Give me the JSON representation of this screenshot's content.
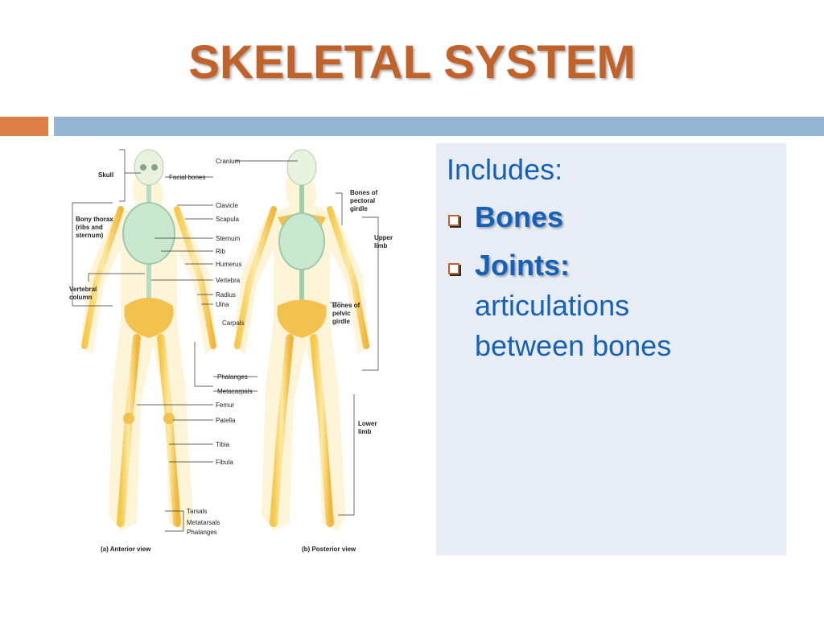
{
  "title": "SKELETAL SYSTEM",
  "content": {
    "heading": "Includes:",
    "bullets": [
      {
        "strong": "Bones",
        "rest": []
      },
      {
        "strong": "Joints:",
        "rest": [
          "articulations",
          "between bones"
        ]
      }
    ]
  },
  "figure": {
    "left_labels": {
      "skull": "Skull",
      "bony_thorax": [
        "Bony thorax",
        "(ribs and",
        "sternum)"
      ],
      "vertebral_column": [
        "Vertebral",
        "column"
      ]
    },
    "center_labels": [
      "Cranium",
      "Facial bones",
      "Clavicle",
      "Scapula",
      "Sternum",
      "Rib",
      "Humerus",
      "Vertebra",
      "Radius",
      "Ulna",
      "Carpals",
      "Phalanges",
      "Metacarpals",
      "Femur",
      "Patella",
      "Tibia",
      "Fibula",
      "Tarsals",
      "Metatarsals",
      "Phalanges"
    ],
    "right_labels": {
      "pectoral_girdle": [
        "Bones of",
        "pectoral",
        "girdle"
      ],
      "upper_limb": [
        "Upper",
        "limb"
      ],
      "pelvic_girdle": [
        "Bones of",
        "pelvic",
        "girdle"
      ],
      "lower_limb": [
        "Lower",
        "limb"
      ]
    },
    "captions": {
      "anterior": "(a) Anterior view",
      "posterior": "(b) Posterior view"
    }
  },
  "colors": {
    "title": "#c0622a",
    "accent_orange": "#dd8047",
    "accent_blue": "#94b6d2",
    "text_blue": "#1560b8",
    "panel_bg": "#e8edf5"
  }
}
